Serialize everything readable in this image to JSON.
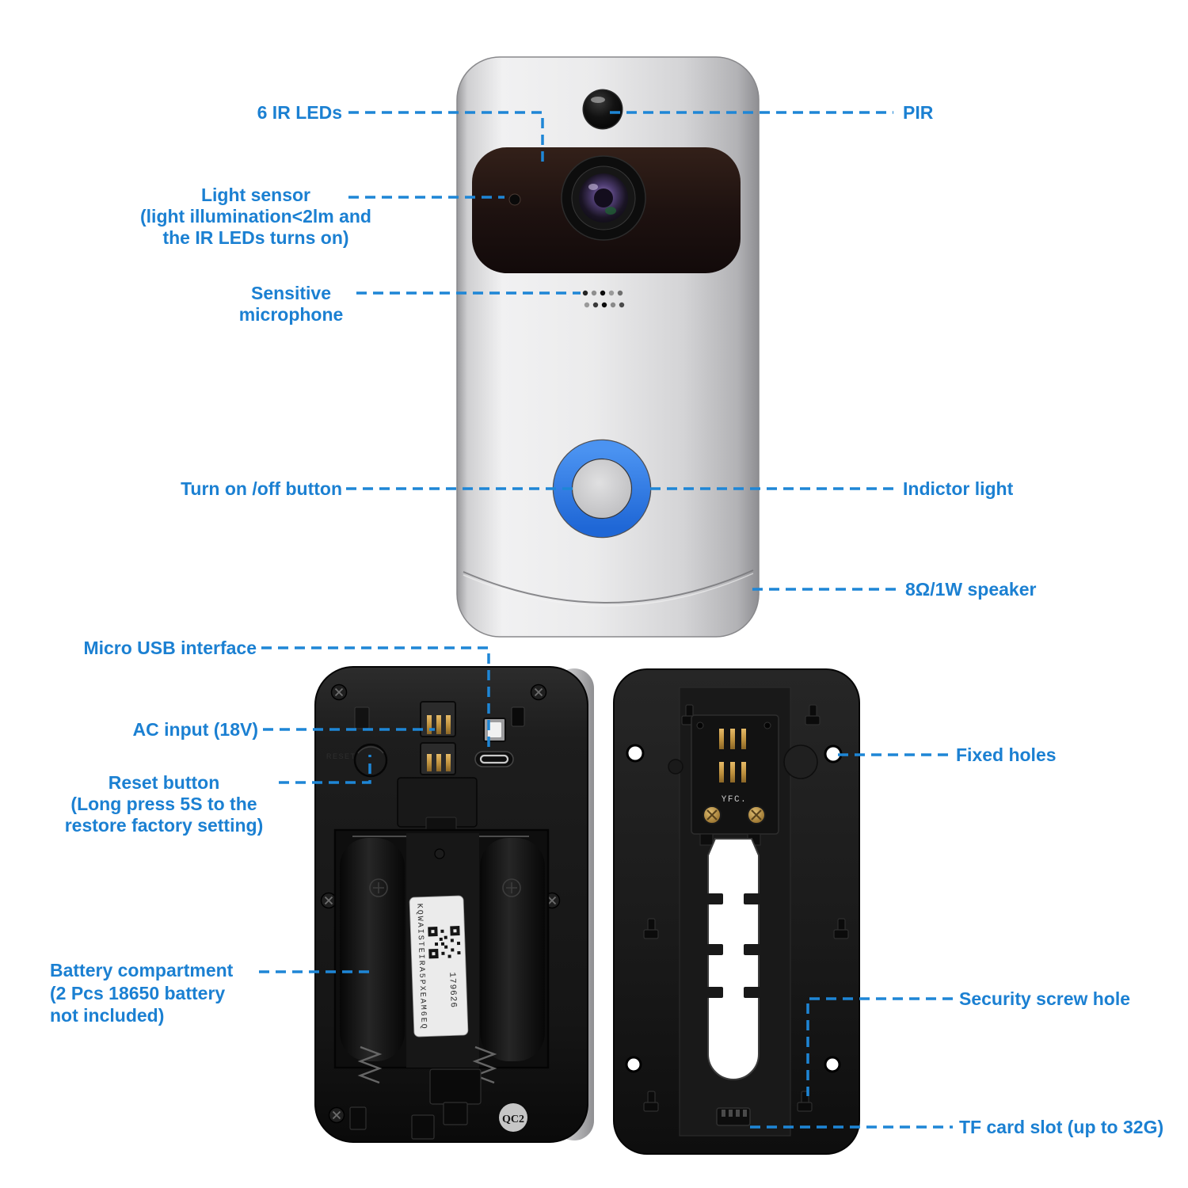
{
  "colors": {
    "label_blue": "#1b80d2",
    "leader_blue": "#1e86d6",
    "button_ring_blue": "#2e7ce8"
  },
  "labels": {
    "six_ir_leds": {
      "lines": [
        "6 IR LEDs"
      ]
    },
    "pir": {
      "lines": [
        "PIR"
      ]
    },
    "light_sensor": {
      "lines": [
        "Light sensor",
        "(light illumination<2lm and",
        "the IR LEDs turns on)"
      ]
    },
    "microphone": {
      "lines": [
        "Sensitive",
        "microphone"
      ]
    },
    "power_button": {
      "lines": [
        "Turn on /off button"
      ]
    },
    "indicator": {
      "lines": [
        "Indictor light"
      ]
    },
    "speaker": {
      "lines": [
        "8Ω/1W speaker"
      ]
    },
    "micro_usb": {
      "lines": [
        "Micro USB interface"
      ]
    },
    "ac_input": {
      "lines": [
        "AC input (18V)"
      ]
    },
    "reset": {
      "lines": [
        "Reset button",
        "(Long press 5S to the",
        "restore factory setting)"
      ]
    },
    "battery": {
      "lines": [
        "Battery compartment",
        "(2 Pcs 18650 battery",
        "not included)"
      ]
    },
    "fixed_holes": {
      "lines": [
        "Fixed holes"
      ]
    },
    "security_screw": {
      "lines": [
        "Security screw hole"
      ]
    },
    "tf_card": {
      "lines": [
        "TF card slot (up to 32G)"
      ]
    }
  },
  "markings": {
    "reset_engraving": "RESET",
    "sticker_code": "KQWAISTEIRA5PXEAM6EQ",
    "sticker_serial": "179626",
    "plate_code": "YFC.",
    "qc_badge": "QC2"
  }
}
